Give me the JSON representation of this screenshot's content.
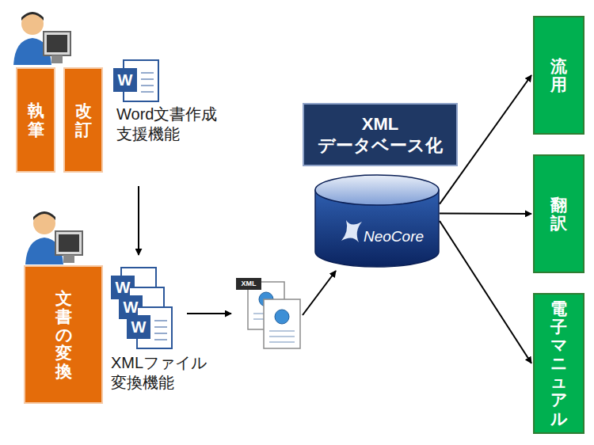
{
  "diagram": {
    "nodes": [
      {
        "text": [
          "執筆"
        ]
      },
      {
        "text": [
          "改訂"
        ]
      },
      {
        "text": [
          "文書の変換"
        ]
      },
      {
        "text": [
          "XML データベース化"
        ]
      },
      {
        "text": [
          "NeoCore"
        ]
      },
      {
        "text": [
          "流用"
        ]
      },
      {
        "text": [
          "翻訳"
        ]
      },
      {
        "text": [
          "電子マニュアル"
        ]
      }
    ],
    "edges": [
      {
        "from": 4,
        "to": 5,
        "arrow": "to"
      },
      {
        "from": 4,
        "to": 6,
        "arrow": "to"
      },
      {
        "from": 4,
        "to": 7,
        "arrow": "to"
      }
    ],
    "labels": [
      "W",
      "Word文書作成 支援機能",
      "W",
      "W",
      "W",
      "XML",
      "XMLファイル 変換機能"
    ]
  }
}
